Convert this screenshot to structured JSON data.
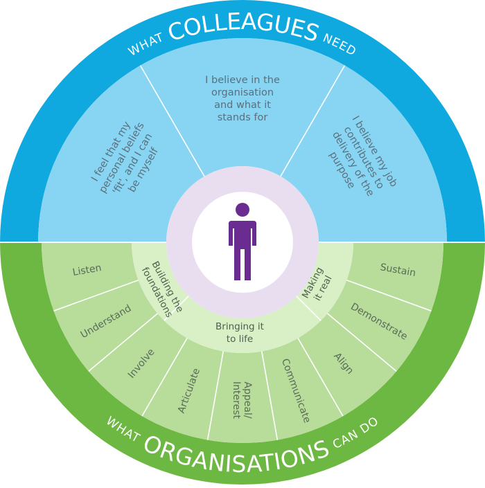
{
  "colors": {
    "top_outer": "#10a9df",
    "top_inner": "#87d5f2",
    "bottom_outer": "#6db843",
    "bottom_mid": "#b8dd9a",
    "bottom_inner_ring": "#d9efc6",
    "center_ring": "#e8def0",
    "figure": "#6a2c91",
    "divider": "#ffffff",
    "text_top": "#5b6f7d",
    "text_bottom": "#5a6a5a"
  },
  "top_title": {
    "small_left": "WHAT",
    "large": "COLLEAGUES",
    "small_right": "NEED"
  },
  "bottom_title": {
    "small_left": "WHAT",
    "large": "ORGANISATIONS",
    "small_right": "CAN DO"
  },
  "colleague_needs": [
    {
      "lines": [
        "I feel that my",
        "personal beliefs",
        "'fit', and I can",
        "be myself"
      ]
    },
    {
      "lines": [
        "I believe in the",
        "organisation",
        "and what it",
        "stands for"
      ]
    },
    {
      "lines": [
        "I believe my job",
        "contributes to",
        "delivery of the",
        "purpose"
      ]
    }
  ],
  "stages": [
    {
      "lines": [
        "Building the",
        "foundations"
      ]
    },
    {
      "lines": [
        "Bringing it",
        "to life"
      ]
    },
    {
      "lines": [
        "Making",
        "it real"
      ]
    }
  ],
  "actions": [
    {
      "lines": [
        "Listen"
      ]
    },
    {
      "lines": [
        "Understand"
      ]
    },
    {
      "lines": [
        "Involve"
      ]
    },
    {
      "lines": [
        "Articulate"
      ]
    },
    {
      "lines": [
        "Appeal/",
        "Interest"
      ]
    },
    {
      "lines": [
        "Communicate"
      ]
    },
    {
      "lines": [
        "Align"
      ]
    },
    {
      "lines": [
        "Demonstrate"
      ]
    },
    {
      "lines": [
        "Sustain"
      ]
    }
  ],
  "center_icon": "person-icon"
}
